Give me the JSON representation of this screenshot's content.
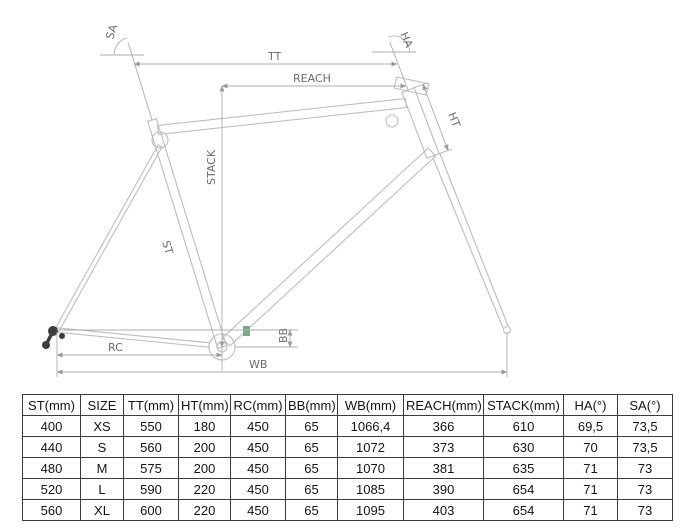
{
  "diagram": {
    "labels": {
      "sa": "SA",
      "ha": "HA",
      "tt": "TT",
      "reach": "REACH",
      "stack": "STACK",
      "ht": "HT",
      "st": "ST",
      "bb": "BB",
      "rc": "RC",
      "wb": "WB"
    }
  },
  "table": {
    "headers": [
      "ST(mm)",
      "SIZE",
      "TT(mm)",
      "HT(mm)",
      "RC(mm)",
      "BB(mm)",
      "WB(mm)",
      "REACH(mm)",
      "STACK(mm)",
      "HA(°)",
      "SA(°)"
    ],
    "rows": [
      [
        "400",
        "XS",
        "550",
        "180",
        "450",
        "65",
        "1066,4",
        "366",
        "610",
        "69,5",
        "73,5"
      ],
      [
        "440",
        "S",
        "560",
        "200",
        "450",
        "65",
        "1072",
        "373",
        "630",
        "70",
        "73,5"
      ],
      [
        "480",
        "M",
        "575",
        "200",
        "450",
        "65",
        "1070",
        "381",
        "635",
        "71",
        "73"
      ],
      [
        "520",
        "L",
        "590",
        "220",
        "450",
        "65",
        "1085",
        "390",
        "654",
        "71",
        "73"
      ],
      [
        "560",
        "XL",
        "600",
        "220",
        "450",
        "65",
        "1095",
        "403",
        "654",
        "71",
        "73"
      ]
    ]
  }
}
